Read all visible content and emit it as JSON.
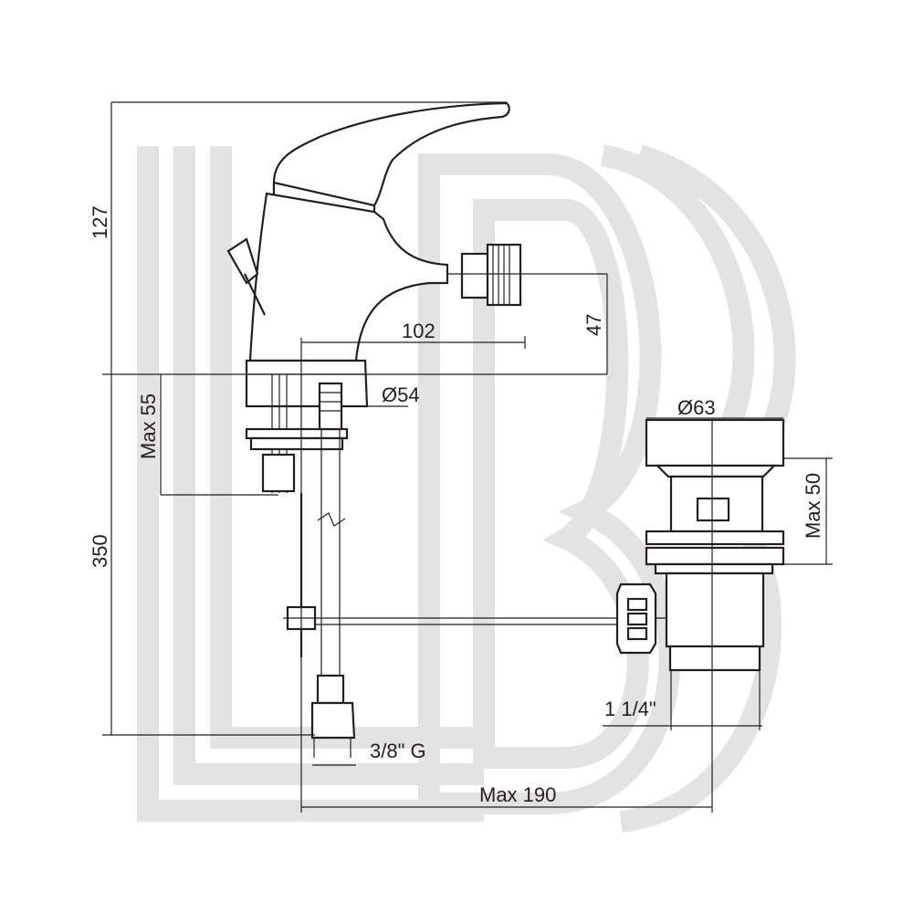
{
  "dimensions": {
    "height_total": "127",
    "height_body": "350",
    "max_55": "Max 55",
    "spout_reach": "102",
    "spout_height": "47",
    "base_diameter": "Ø54",
    "waste_diameter": "Ø63",
    "waste_max_50": "Max 50",
    "waste_thread": "1 1/4\"",
    "supply_thread": "3/8\" G",
    "max_190": "Max 190"
  },
  "watermark": {
    "letters": "LB"
  },
  "colors": {
    "ink": "#231f20",
    "watermark": "#e3e3e3"
  }
}
